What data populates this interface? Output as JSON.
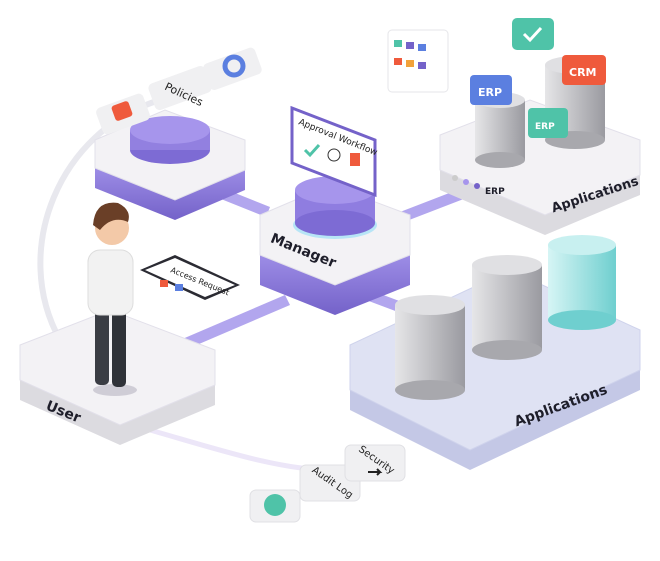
{
  "nodes": {
    "policies": {
      "label": "Policies"
    },
    "manager": {
      "label": "Manager",
      "panel_title": "Approval Workflow"
    },
    "user": {
      "label": "User",
      "tablet_title": "Access Request"
    },
    "applications_top": {
      "label": "Applications",
      "erp_badge": "ERP",
      "tags": [
        "ERP",
        "CRM",
        "ERP"
      ]
    },
    "applications_bottom": {
      "label": "Applications"
    },
    "audit": {
      "audit_label": "Audit Log",
      "security_label": "Security"
    }
  },
  "colors": {
    "purple": "#8b7ad9",
    "purple_dark": "#7462c9",
    "white_block": "#f1f0f4",
    "teal": "#4fc3a8",
    "red": "#ef5a3c",
    "blue_tag": "#5b7fe0",
    "cyan_db": "#a9e6e6",
    "gray_db": "#c9c9cc",
    "blue_platform": "#d8dcf0"
  },
  "icons": [
    "gear-icon",
    "pdf-icon",
    "checkmark-icon",
    "clock-icon",
    "document-icon",
    "wave-icon",
    "arrow-icon",
    "database-icon"
  ]
}
